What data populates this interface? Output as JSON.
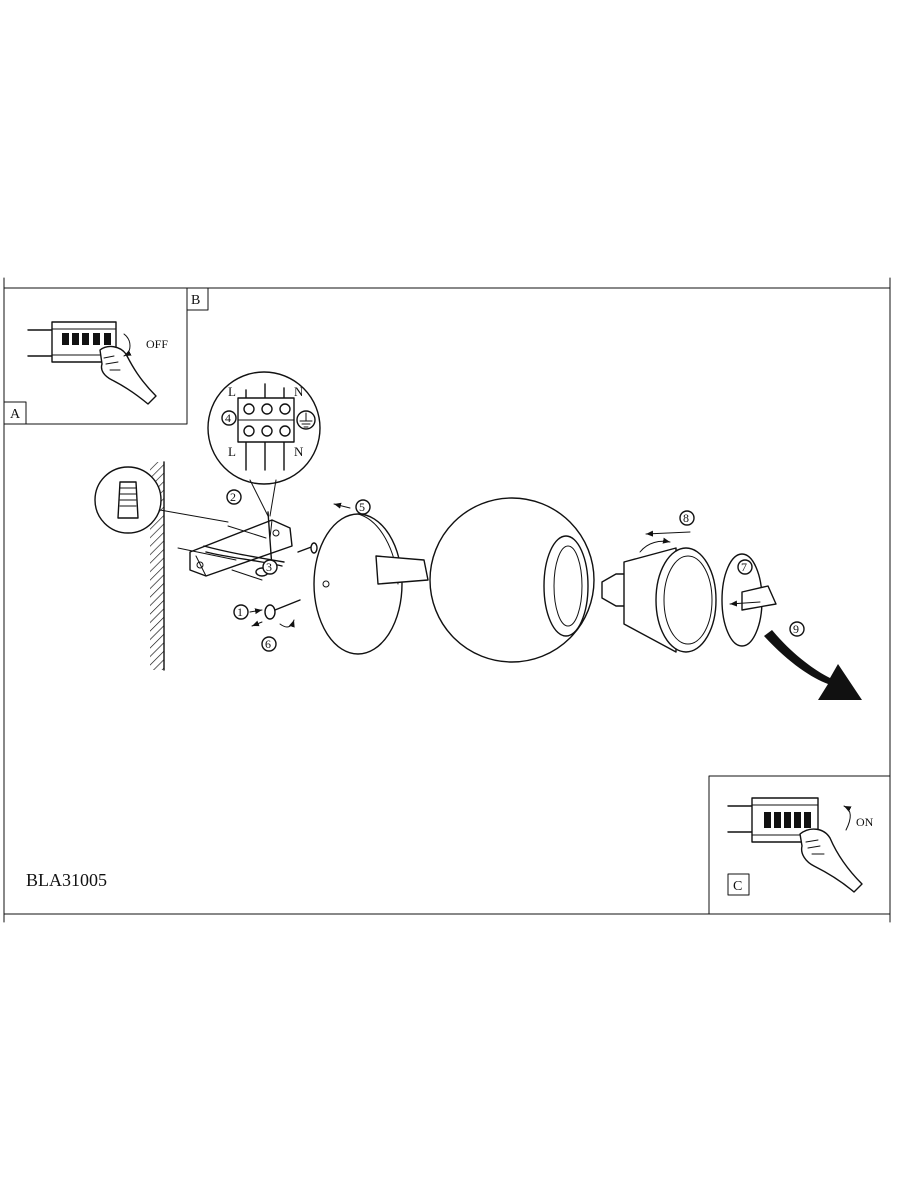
{
  "panels": {
    "a": {
      "label": "A",
      "switch_text": "OFF"
    },
    "b": {
      "label": "B"
    },
    "c": {
      "label": "C",
      "switch_text": "ON"
    }
  },
  "model": "BLA31005",
  "terminal": {
    "top_left": "L",
    "top_right": "N",
    "bottom_left": "L",
    "bottom_right": "N"
  },
  "steps": [
    "1",
    "2",
    "3",
    "4",
    "5",
    "6",
    "7",
    "8",
    "9"
  ],
  "step_highlight_color": "#c2185b",
  "icons": [
    "wall-plug-icon",
    "earth-ground-icon",
    "hand-icon",
    "breaker-panel-icon"
  ]
}
